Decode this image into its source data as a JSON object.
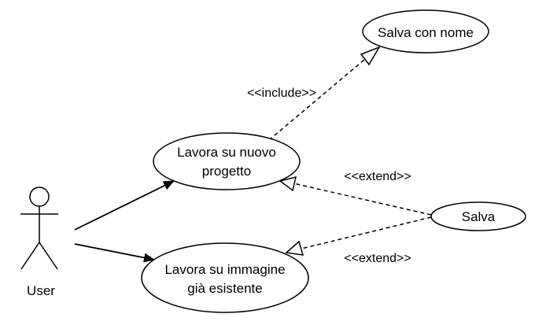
{
  "actor": {
    "label": "User"
  },
  "use_cases": {
    "salva_con_nome": {
      "label": "Salva con nome"
    },
    "nuovo_progetto": {
      "line1": "Lavora su nuovo",
      "line2": "progetto"
    },
    "salva": {
      "label": "Salva"
    },
    "immagine_esistente": {
      "line1": "Lavora su immagine",
      "line2": "già esistente"
    }
  },
  "relations": {
    "include": {
      "label": "<<include>>"
    },
    "extend_nuovo": {
      "label": "<<extend>>"
    },
    "extend_immagine": {
      "label": "<<extend>>"
    }
  },
  "colors": {
    "stroke": "#000000",
    "fill": "#ffffff"
  }
}
